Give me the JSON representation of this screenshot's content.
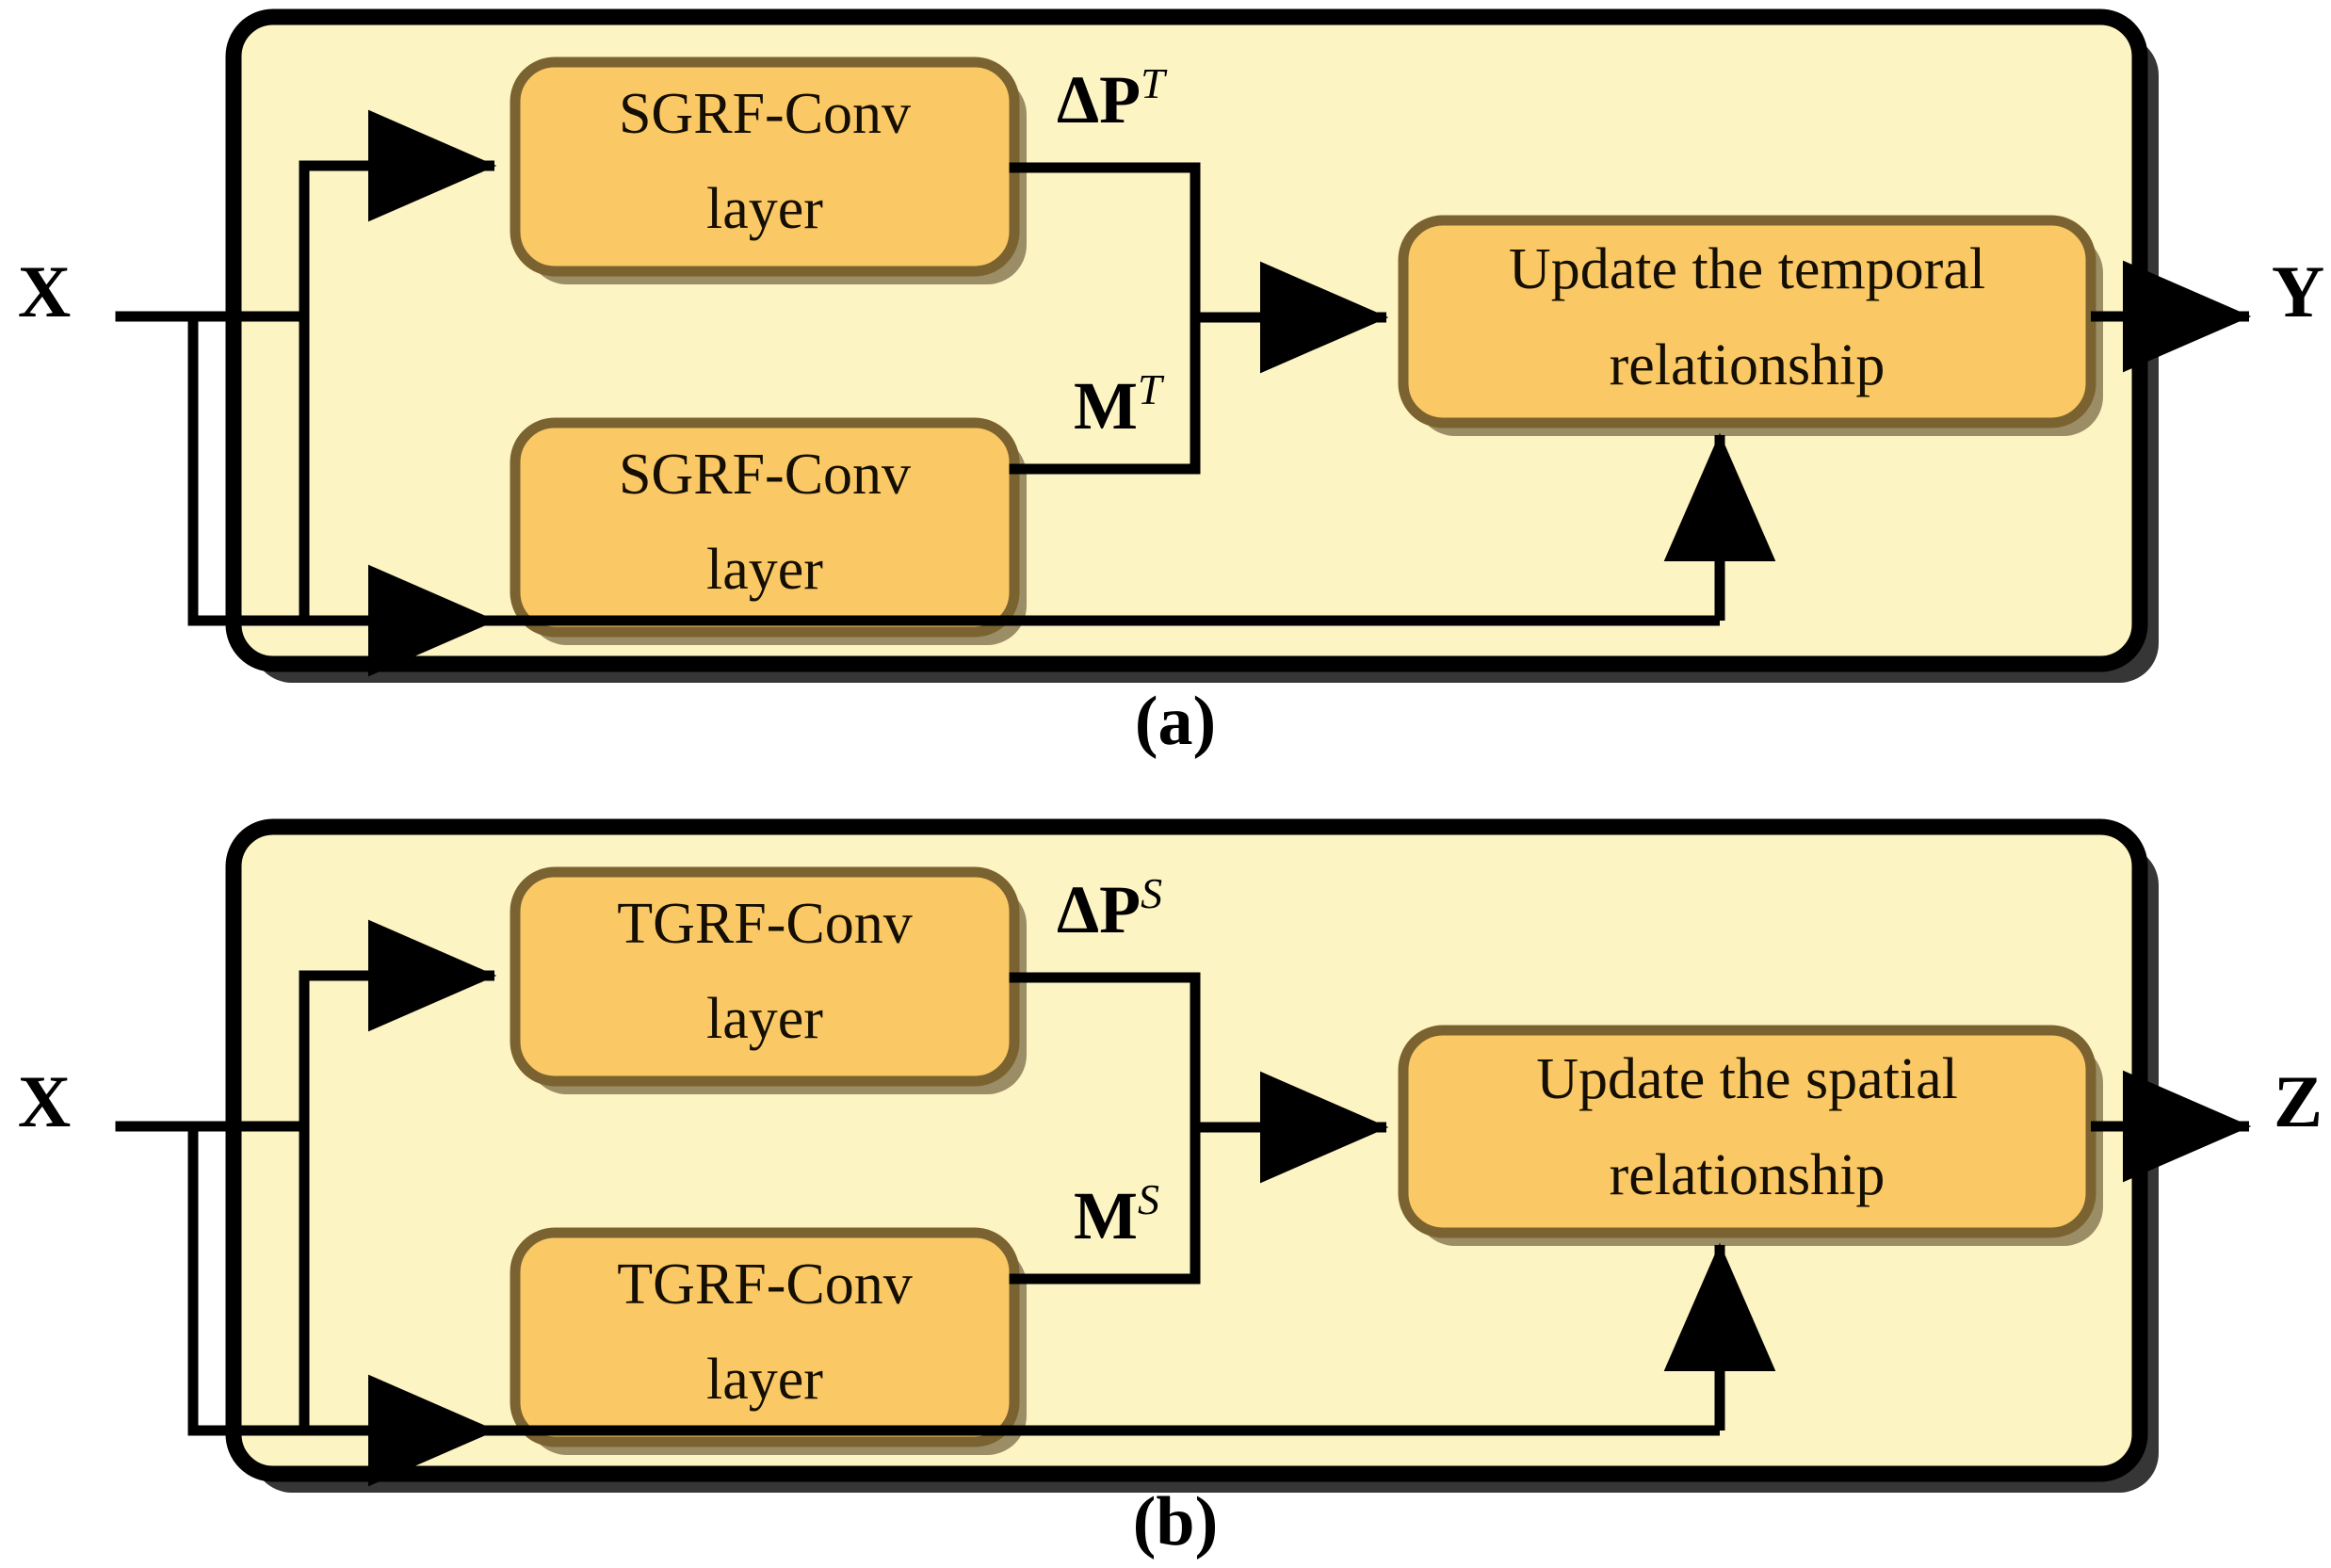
{
  "figure": {
    "background_color": "#ffffff",
    "panel_fill": "#fdf4c4",
    "panel_border": "#000000",
    "node_fill": "#fbc866",
    "node_border": "#7a6330",
    "node_shadow": "#8a7a55",
    "line_color": "#000000"
  },
  "panels": [
    {
      "id": "a",
      "caption": "(a)",
      "input_label": "X",
      "output_label": "Y",
      "branch_nodes": [
        {
          "line1": "SGRF-Conv",
          "line2": "layer",
          "signal_base": "ΔP",
          "signal_sup": "T"
        },
        {
          "line1": "SGRF-Conv",
          "line2": "layer",
          "signal_base": "M",
          "signal_sup": "T"
        }
      ],
      "update_node": {
        "line1": "Update the temporal",
        "line2": "relationship"
      }
    },
    {
      "id": "b",
      "caption": "(b)",
      "input_label": "X",
      "output_label": "Z",
      "branch_nodes": [
        {
          "line1": "TGRF-Conv",
          "line2": "layer",
          "signal_base": "ΔP",
          "signal_sup": "S"
        },
        {
          "line1": "TGRF-Conv",
          "line2": "layer",
          "signal_base": "M",
          "signal_sup": "S"
        }
      ],
      "update_node": {
        "line1": "Update the spatial",
        "line2": "relationship"
      }
    }
  ]
}
